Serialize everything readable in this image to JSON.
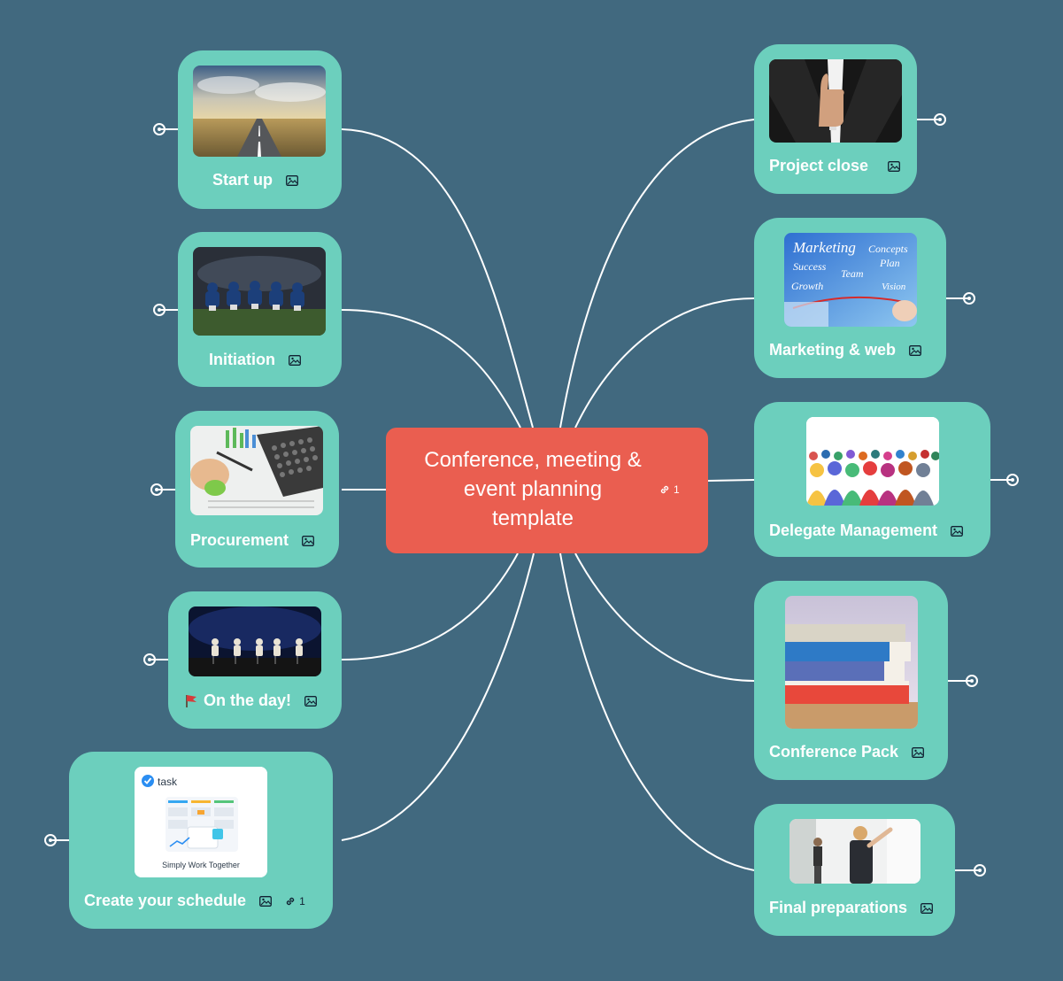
{
  "root": {
    "title": "Conference, meeting &\nevent planning\ntemplate",
    "link_count": "1",
    "color": "#ea5e50"
  },
  "colors": {
    "background": "#41697f",
    "node": "#6ccfbd",
    "line": "#ffffff"
  },
  "nodes": [
    {
      "id": "start-up",
      "label": "Start up",
      "image": "open-road-photo",
      "has_image": true
    },
    {
      "id": "initiation",
      "label": "Initiation",
      "image": "football-team-photo",
      "has_image": true
    },
    {
      "id": "procurement",
      "label": "Procurement",
      "image": "calculator-pen-photo",
      "has_image": true
    },
    {
      "id": "on-the-day",
      "label": "On the day!",
      "prefix_icon": "red-flag-icon",
      "image": "stage-panel-photo",
      "has_image": true
    },
    {
      "id": "create-schedule",
      "label": "Create your schedule",
      "image": "meistertask-screenshot",
      "image_text": {
        "brand": "task",
        "caption": "Simply Work Together"
      },
      "has_image": true,
      "link_count": "1"
    },
    {
      "id": "project-close",
      "label": "Project close",
      "image": "thumbs-up-photo",
      "has_image": true
    },
    {
      "id": "marketing-web",
      "label": "Marketing & web",
      "image": "marketing-whiteboard-photo",
      "image_text": {
        "words": [
          "Marketing",
          "Concepts",
          "Success",
          "Plan",
          "Team",
          "Growth",
          "Vision"
        ]
      },
      "has_image": true
    },
    {
      "id": "delegate-management",
      "label": "Delegate Management",
      "image": "crowd-illustration",
      "has_image": true
    },
    {
      "id": "conference-pack",
      "label": "Conference Pack",
      "image": "book-stack-photo",
      "has_image": true
    },
    {
      "id": "final-preparations",
      "label": "Final preparations",
      "image": "whiteboard-presenter-photo",
      "has_image": true
    }
  ]
}
